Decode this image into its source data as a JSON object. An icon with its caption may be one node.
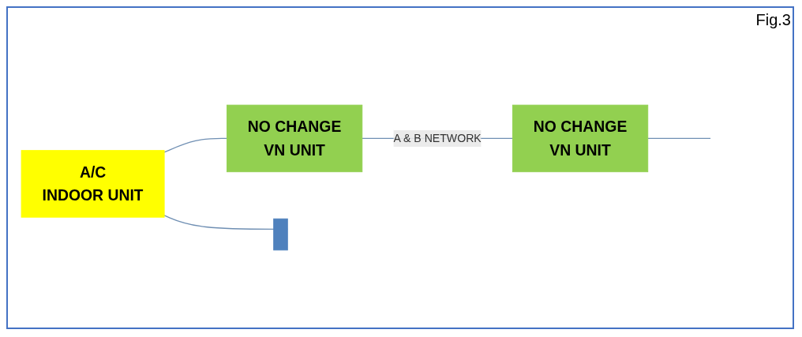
{
  "diagram": {
    "nodes": [
      {
        "text": [
          "A/C",
          "INDOOR UNIT"
        ]
      },
      {
        "text": [
          "NO CHANGE",
          "VN UNIT"
        ]
      },
      {
        "text": [
          "NO CHANGE",
          "VN UNIT"
        ]
      },
      {
        "text": [],
        "shape": "bar"
      }
    ],
    "edges": [
      {
        "from": 0,
        "to": 1,
        "arrow": "none"
      },
      {
        "from": 1,
        "to": 2,
        "arrow": "none",
        "label": "A & B NETWORK"
      },
      {
        "from": 2,
        "to": null,
        "arrow": "none"
      },
      {
        "from": 0,
        "to": 3,
        "arrow": "none"
      }
    ],
    "labels": [
      "Fig.3"
    ]
  }
}
